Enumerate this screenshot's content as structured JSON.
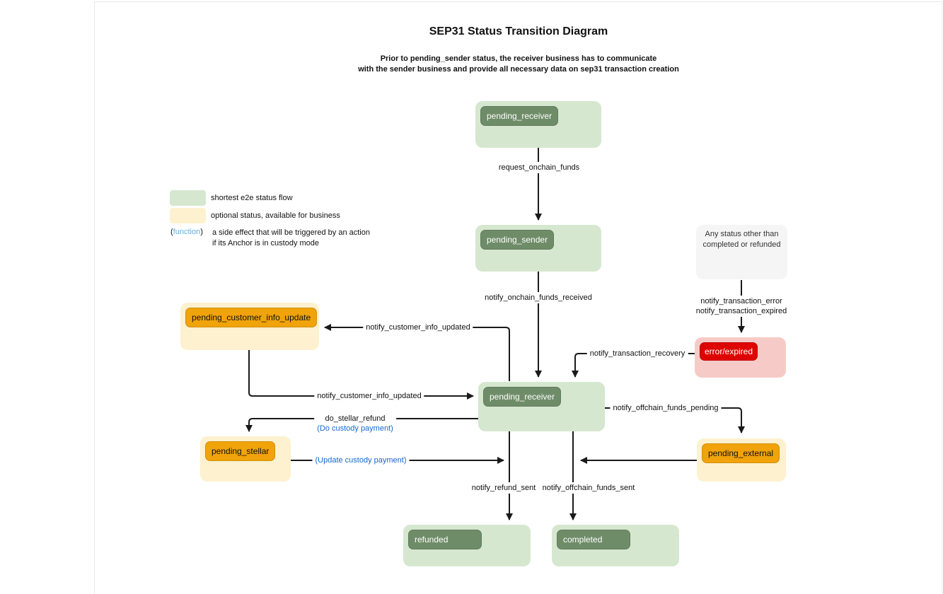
{
  "header": {
    "title": "SEP31 Status Transition Diagram",
    "subtitle_line1": "Prior to pending_sender status, the receiver business has to communicate",
    "subtitle_line2": "with the sender business and provide all necessary data on sep31 transaction creation"
  },
  "legend": {
    "flow_label": "shortest e2e status flow",
    "optional_label": "optional status, available for business",
    "function_open": "(",
    "function_word": "function",
    "function_close": ")",
    "function_desc_line1": "a side effect that will be triggered by an action",
    "function_desc_line2": "if its Anchor is in custody mode"
  },
  "nodes": {
    "pending_receiver_top": "pending_receiver",
    "pending_sender": "pending_sender",
    "pending_customer_info_update": "pending_customer_info_update",
    "pending_receiver": "pending_receiver",
    "error_expired": "error/expired",
    "pending_stellar": "pending_stellar",
    "pending_external": "pending_external",
    "refunded": "refunded",
    "completed": "completed"
  },
  "note": {
    "line1": "Any status other than",
    "line2": "completed or refunded"
  },
  "edges": {
    "request_onchain_funds": "request_onchain_funds",
    "notify_onchain_funds_received": "notify_onchain_funds_received",
    "notify_transaction_error": "notify_transaction_error",
    "notify_transaction_expired": "notify_transaction_expired",
    "notify_transaction_recovery": "notify_transaction_recovery",
    "notify_customer_info_updated_back": "notify_customer_info_updated",
    "notify_customer_info_updated_forward": "notify_customer_info_updated",
    "do_stellar_refund": "do_stellar_refund",
    "do_custody_payment": "(Do custody payment)",
    "update_custody_payment": "(Update custody payment)",
    "notify_offchain_funds_pending": "notify_offchain_funds_pending",
    "notify_refund_sent": "notify_refund_sent",
    "notify_offchain_funds_sent": "notify_offchain_funds_sent"
  },
  "colors": {
    "flow_bg": "#d6e7d0",
    "flow_label_bg": "#6f8c68",
    "optional_bg": "#fdf1cf",
    "optional_label_bg": "#f0a30a",
    "error_bg": "#f6cbc7",
    "error_label_bg": "#df0404",
    "note_bg": "#f5f5f5",
    "function_blue": "#64aee0",
    "custody_blue": "#1668d2",
    "wire": "#1a1a1a"
  }
}
